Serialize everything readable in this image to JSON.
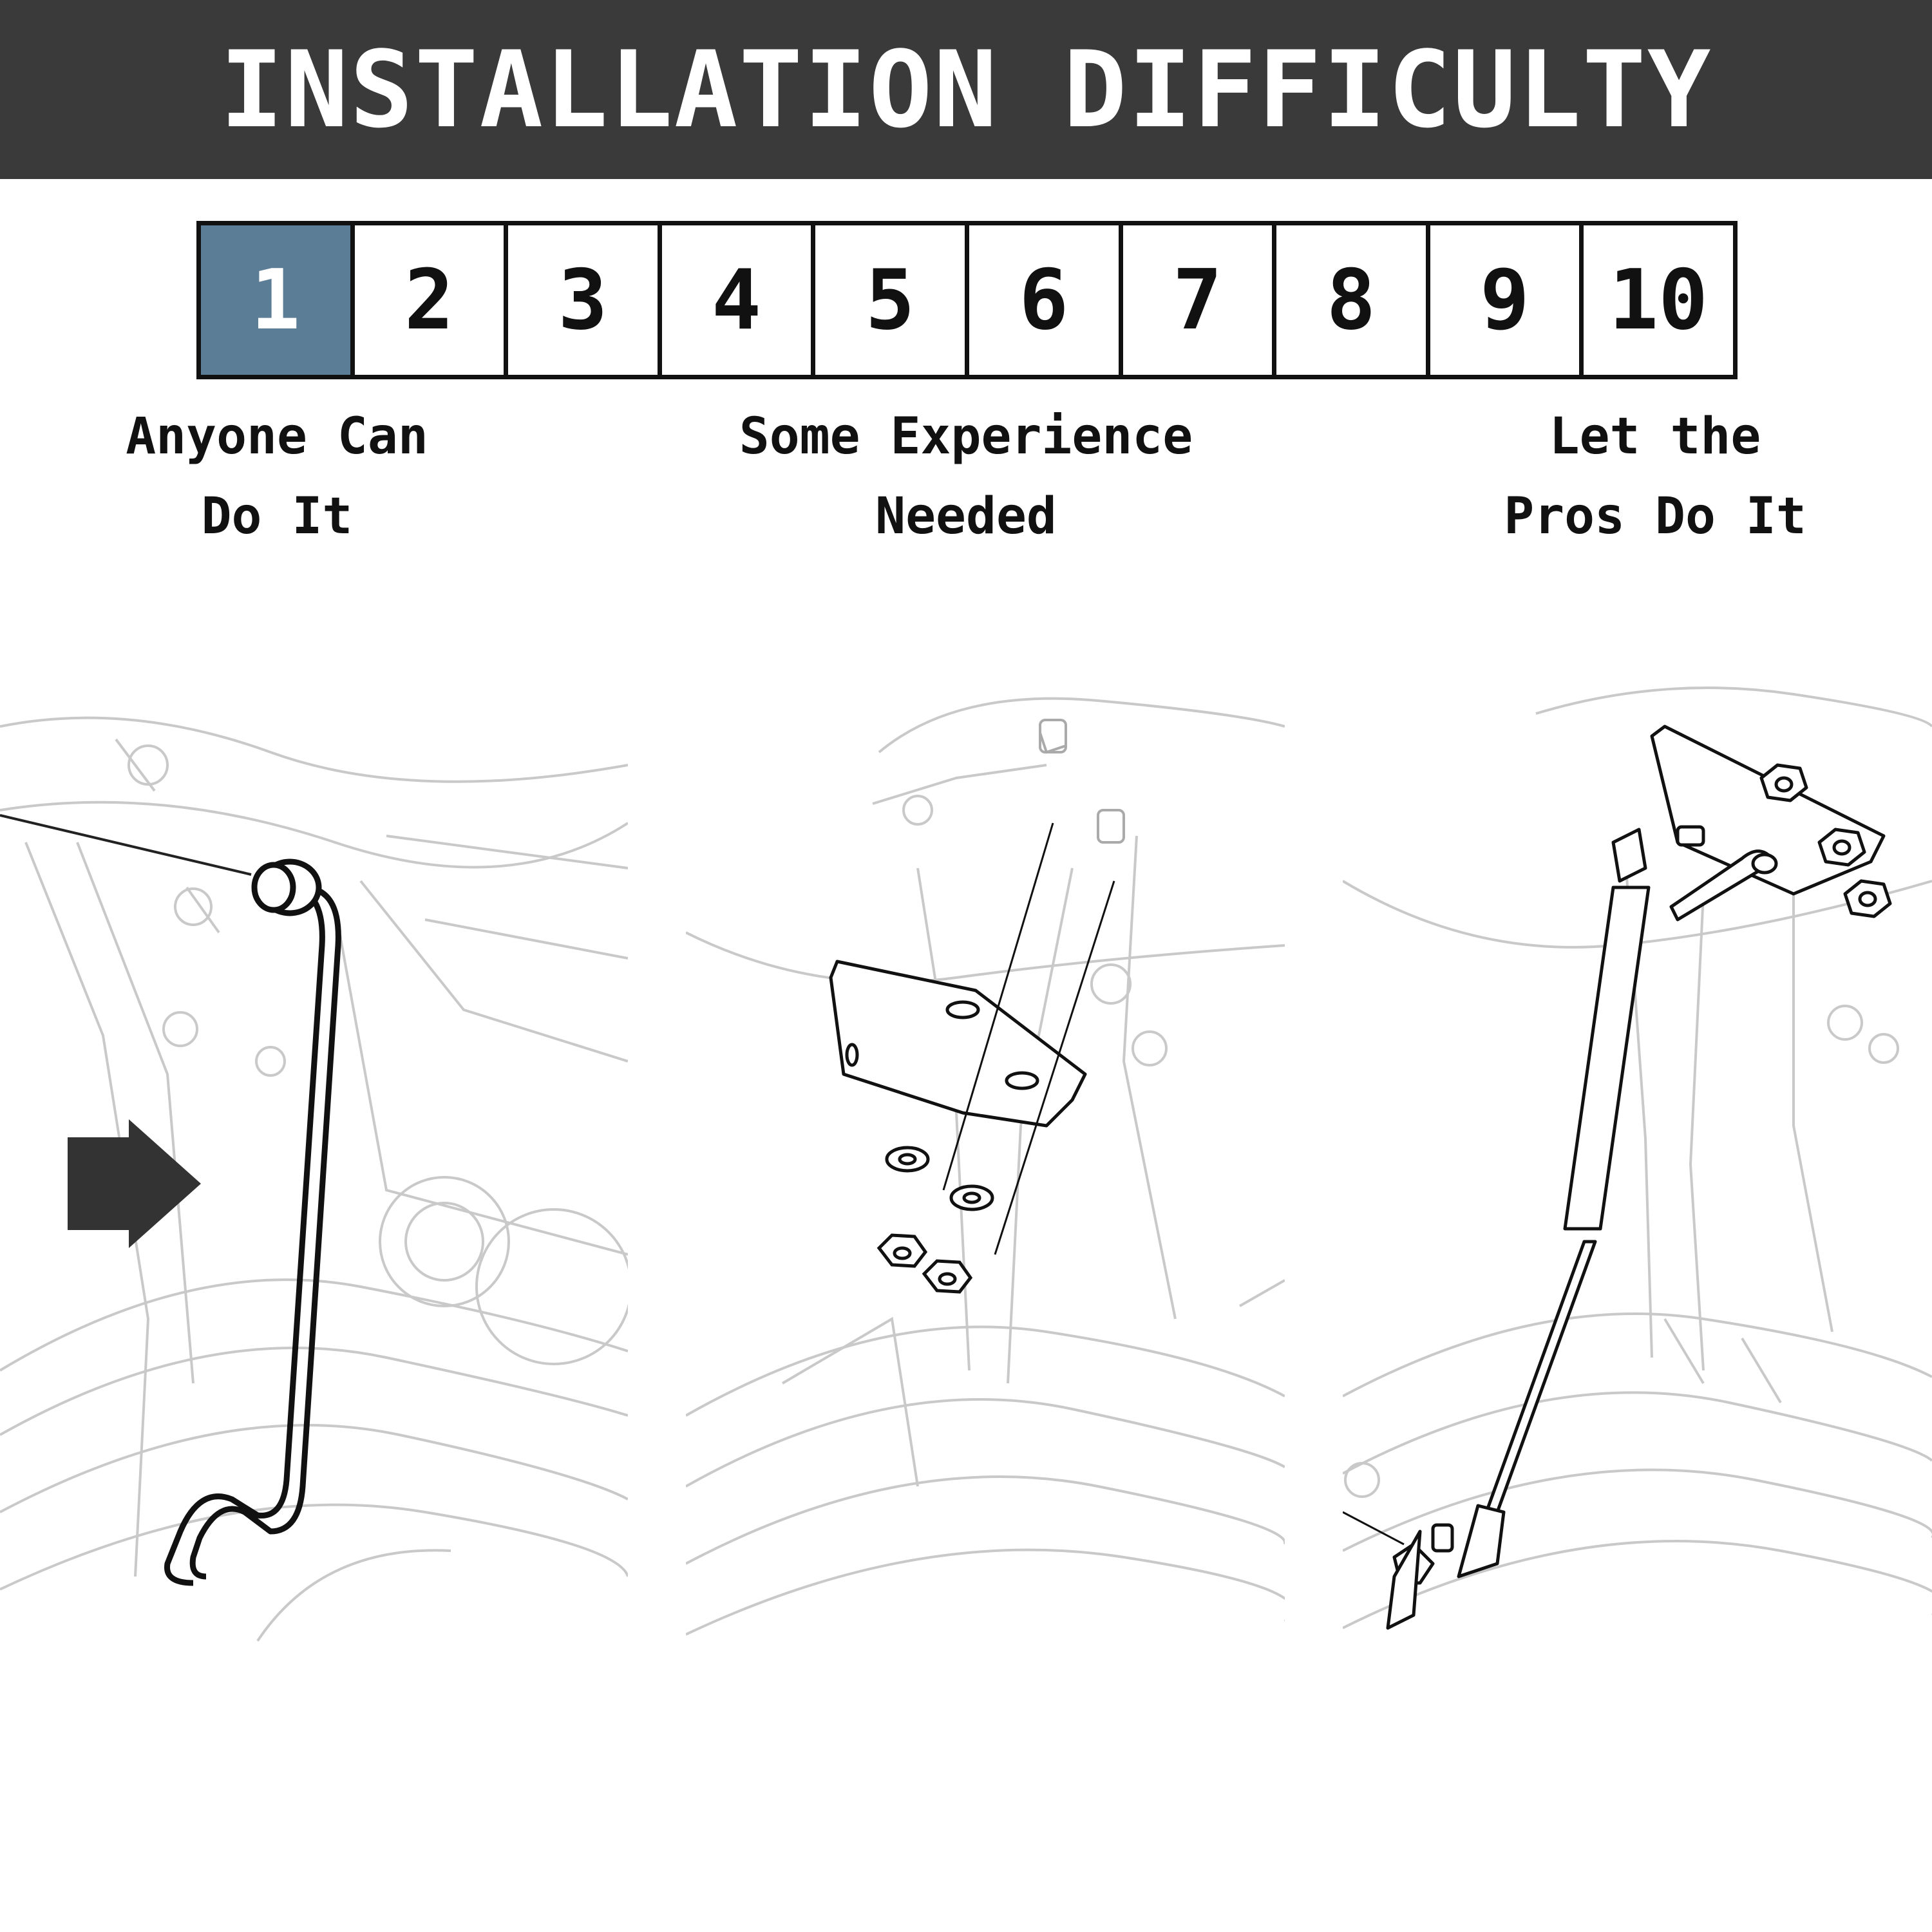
{
  "header": {
    "title": "INSTALLATION DIFFICULTY"
  },
  "scale": {
    "levels": [
      "1",
      "2",
      "3",
      "4",
      "5",
      "6",
      "7",
      "8",
      "9",
      "10"
    ],
    "selected_level": 1,
    "labels": [
      {
        "line1": "Anyone Can",
        "line2": "Do It"
      },
      {
        "line1": "Some Experience",
        "line2": "Needed"
      },
      {
        "line1": "Let the",
        "line2": "Pros Do It"
      }
    ]
  },
  "colors": {
    "header_background": "#3a3a3a",
    "active_level": "#5b7d96",
    "arrow": "#333333"
  },
  "illustrations": [
    {
      "icon": "rod-install-icon"
    },
    {
      "icon": "bracket-install-icon"
    },
    {
      "icon": "gas-strut-install-icon"
    }
  ]
}
